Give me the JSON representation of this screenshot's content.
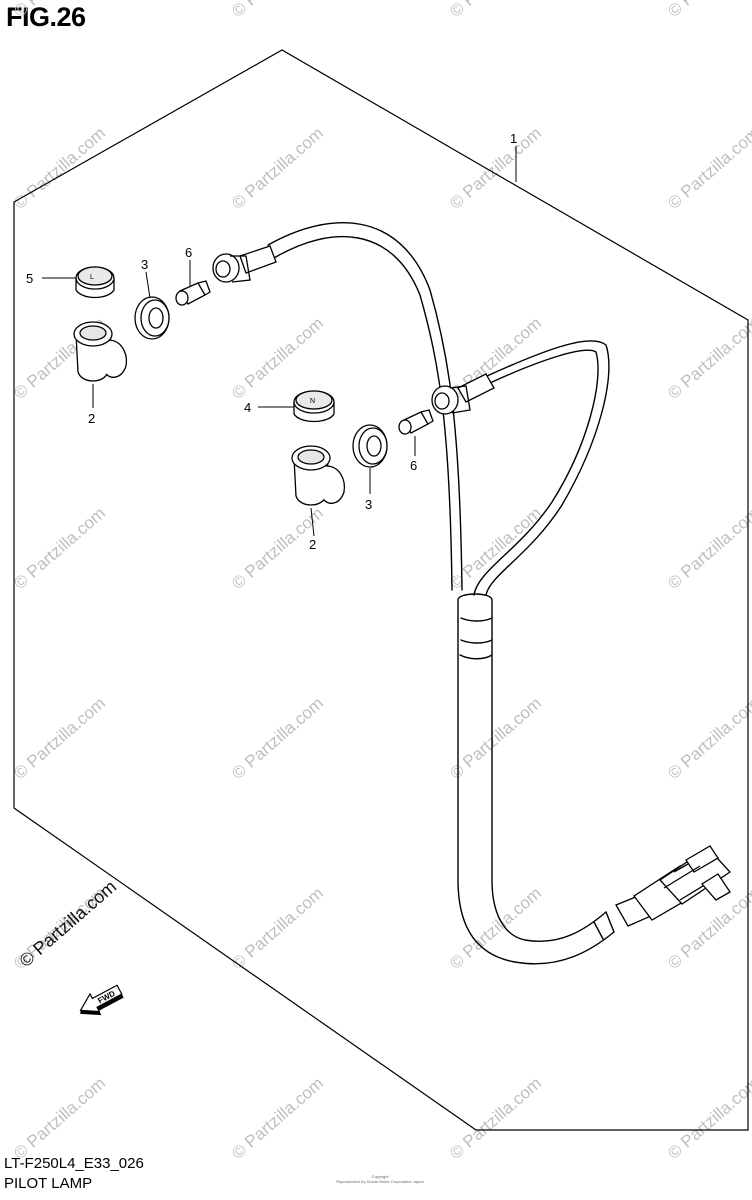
{
  "figure": {
    "title": "FIG.26",
    "model_code": "LT-F250L4_E33_026",
    "caption": "PILOT LAMP",
    "fwd_label": "FWD",
    "tiny_copyright": [
      "Copyright",
      "Reproduction by Suzuki Motor Corporation Japan"
    ]
  },
  "callouts": [
    "1",
    "2",
    "3",
    "4",
    "5",
    "6"
  ],
  "watermark": {
    "text": "© Partzilla.com",
    "color": "#bfbfbf"
  },
  "colors": {
    "line": "#000000",
    "background": "#ffffff",
    "watermark": "#bfbfbf"
  }
}
